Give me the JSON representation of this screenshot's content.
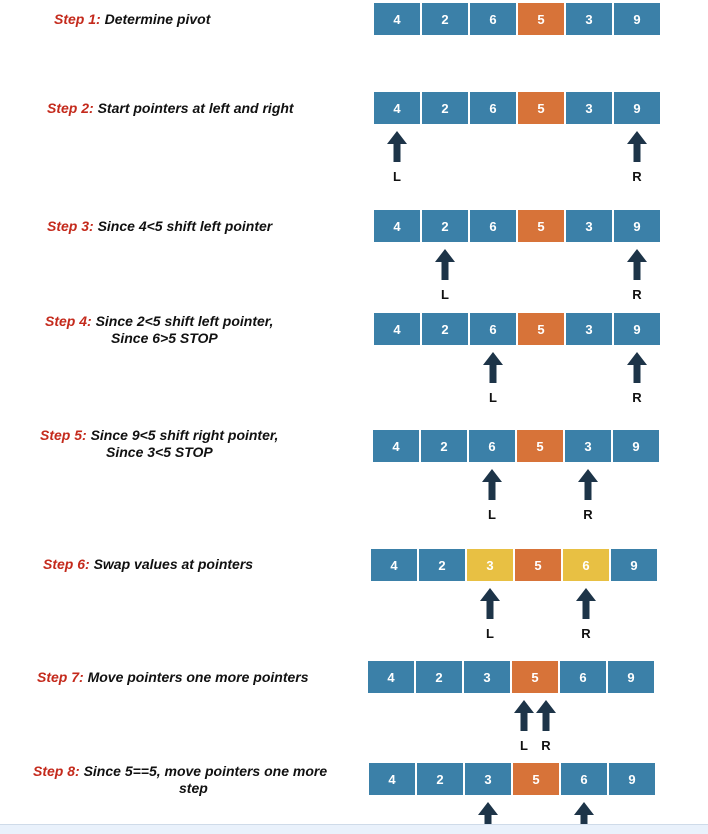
{
  "colors": {
    "cell": "#3b80a8",
    "pivot": "#d77339",
    "swapped": "#e8c043",
    "arrow": "#1d3448",
    "step_number": "#c42a1c"
  },
  "icons": {
    "pointer": "up-arrow-icon"
  },
  "steps": [
    {
      "number": "Step 1:",
      "text": "Determine pivot",
      "line2": "",
      "cells": [
        {
          "value": "4",
          "state": "normal"
        },
        {
          "value": "2",
          "state": "normal"
        },
        {
          "value": "6",
          "state": "normal"
        },
        {
          "value": "5",
          "state": "pivot"
        },
        {
          "value": "3",
          "state": "normal"
        },
        {
          "value": "9",
          "state": "normal"
        }
      ],
      "pointers": []
    },
    {
      "number": "Step 2:",
      "text": "Start pointers at left and right",
      "line2": "",
      "cells": [
        {
          "value": "4",
          "state": "normal"
        },
        {
          "value": "2",
          "state": "normal"
        },
        {
          "value": "6",
          "state": "normal"
        },
        {
          "value": "5",
          "state": "pivot"
        },
        {
          "value": "3",
          "state": "normal"
        },
        {
          "value": "9",
          "state": "normal"
        }
      ],
      "pointers": [
        {
          "label": "L",
          "index": 0
        },
        {
          "label": "R",
          "index": 5
        }
      ]
    },
    {
      "number": "Step 3:",
      "text": "Since 4<5 shift left pointer",
      "line2": "",
      "cells": [
        {
          "value": "4",
          "state": "normal"
        },
        {
          "value": "2",
          "state": "normal"
        },
        {
          "value": "6",
          "state": "normal"
        },
        {
          "value": "5",
          "state": "pivot"
        },
        {
          "value": "3",
          "state": "normal"
        },
        {
          "value": "9",
          "state": "normal"
        }
      ],
      "pointers": [
        {
          "label": "L",
          "index": 1
        },
        {
          "label": "R",
          "index": 5
        }
      ]
    },
    {
      "number": "Step 4:",
      "text": "Since 2<5 shift left pointer,",
      "line2": "Since 6>5  STOP",
      "cells": [
        {
          "value": "4",
          "state": "normal"
        },
        {
          "value": "2",
          "state": "normal"
        },
        {
          "value": "6",
          "state": "normal"
        },
        {
          "value": "5",
          "state": "pivot"
        },
        {
          "value": "3",
          "state": "normal"
        },
        {
          "value": "9",
          "state": "normal"
        }
      ],
      "pointers": [
        {
          "label": "L",
          "index": 2
        },
        {
          "label": "R",
          "index": 5
        }
      ]
    },
    {
      "number": "Step 5:",
      "text": "Since 9<5 shift right pointer,",
      "line2": "Since 3<5  STOP",
      "cells": [
        {
          "value": "4",
          "state": "normal"
        },
        {
          "value": "2",
          "state": "normal"
        },
        {
          "value": "6",
          "state": "normal"
        },
        {
          "value": "5",
          "state": "pivot"
        },
        {
          "value": "3",
          "state": "normal"
        },
        {
          "value": "9",
          "state": "normal"
        }
      ],
      "pointers": [
        {
          "label": "L",
          "index": 2
        },
        {
          "label": "R",
          "index": 4
        }
      ]
    },
    {
      "number": "Step 6:",
      "text": "Swap values at pointers",
      "line2": "",
      "cells": [
        {
          "value": "4",
          "state": "normal"
        },
        {
          "value": "2",
          "state": "normal"
        },
        {
          "value": "3",
          "state": "swapped"
        },
        {
          "value": "5",
          "state": "pivot"
        },
        {
          "value": "6",
          "state": "swapped"
        },
        {
          "value": "9",
          "state": "normal"
        }
      ],
      "pointers": [
        {
          "label": "L",
          "index": 2
        },
        {
          "label": "R",
          "index": 4
        }
      ]
    },
    {
      "number": "Step 7:",
      "text": "Move pointers one more pointers",
      "line2": "",
      "cells": [
        {
          "value": "4",
          "state": "normal"
        },
        {
          "value": "2",
          "state": "normal"
        },
        {
          "value": "3",
          "state": "normal"
        },
        {
          "value": "5",
          "state": "pivot"
        },
        {
          "value": "6",
          "state": "normal"
        },
        {
          "value": "9",
          "state": "normal"
        }
      ],
      "pointers": [
        {
          "label": "L",
          "index": 3
        },
        {
          "label": "R",
          "index": 3
        }
      ]
    },
    {
      "number": "Step 8:",
      "text": "Since 5==5, move pointers one more",
      "line2": "step",
      "cells": [
        {
          "value": "4",
          "state": "normal"
        },
        {
          "value": "2",
          "state": "normal"
        },
        {
          "value": "3",
          "state": "normal"
        },
        {
          "value": "5",
          "state": "pivot"
        },
        {
          "value": "6",
          "state": "normal"
        },
        {
          "value": "9",
          "state": "normal"
        }
      ],
      "pointers": [
        {
          "label": "",
          "index": 2
        },
        {
          "label": "",
          "index": 4
        }
      ]
    }
  ]
}
